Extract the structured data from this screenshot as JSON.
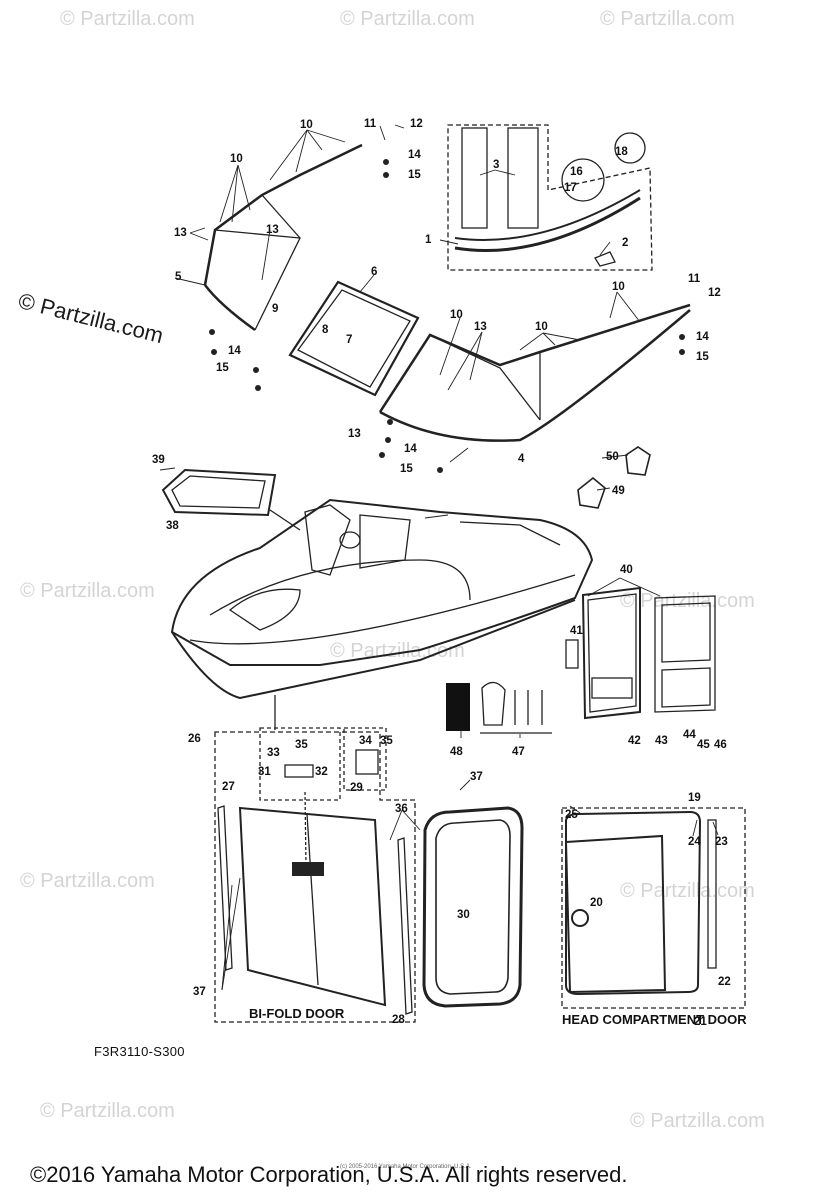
{
  "watermark_text": "© Partzilla.com",
  "diagram_code": "F3R3110-S300",
  "copyright": "©2016 Yamaha Motor Corporation, U.S.A. All rights reserved.",
  "fine_print": "(c) 2005-2016 Yamaha Motor Corporation, U.S.A.",
  "captions": {
    "bifold": "BI-FOLD DOOR",
    "head": "HEAD COMPARTMENT DOOR"
  },
  "callouts": [
    "1",
    "2",
    "3",
    "4",
    "5",
    "6",
    "7",
    "8",
    "9",
    "10",
    "10",
    "10",
    "10",
    "10",
    "11",
    "11",
    "12",
    "12",
    "13",
    "13",
    "13",
    "13",
    "13",
    "14",
    "14",
    "14",
    "14",
    "15",
    "15",
    "15",
    "15",
    "16",
    "17",
    "18",
    "19",
    "20",
    "21",
    "22",
    "23",
    "24",
    "25",
    "26",
    "27",
    "28",
    "29",
    "30",
    "31",
    "32",
    "33",
    "34",
    "35",
    "35",
    "36",
    "37",
    "37",
    "38",
    "39",
    "40",
    "41",
    "42",
    "43",
    "44",
    "45",
    "46",
    "47",
    "48",
    "49",
    "50"
  ],
  "colors": {
    "line": "#222222",
    "watermark": "#d4d4d4"
  }
}
